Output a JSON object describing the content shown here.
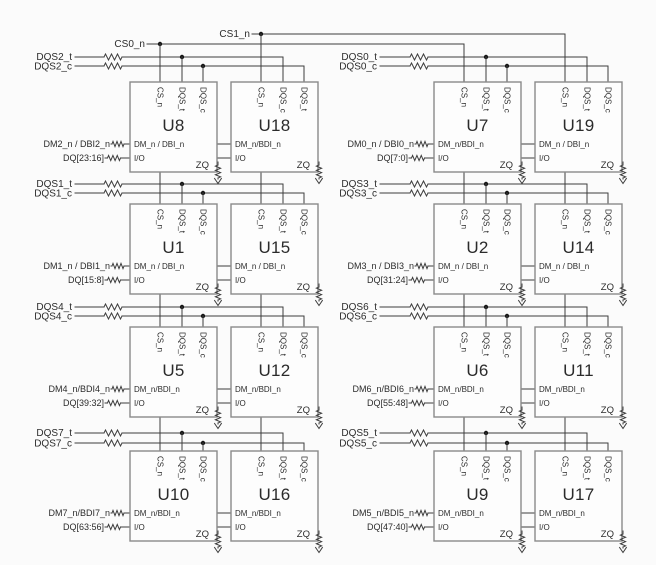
{
  "diagram": {
    "cs_nets": [
      "CS0_n",
      "CS1_n"
    ],
    "colors": {
      "wire": "#3d3d3d",
      "box_stroke": "#8a8a8a",
      "text": "#2b2b2b",
      "background": "#fbfbfb",
      "junction": "#161616"
    },
    "groups": [
      {
        "dqs_t": "DQS2_t",
        "dqs_c": "DQS2_c",
        "dm": "DM2_n / DBI2_n",
        "dq": "DQ[23:16]",
        "chips": [
          {
            "name": "U8",
            "pins": [
              "CS_n",
              "DQS_t",
              "DQS_c"
            ],
            "dm": "DM_n / DBI_n",
            "io": "I/O",
            "zq": "ZQ"
          },
          {
            "name": "U18",
            "pins": [
              "CS_n",
              "DQS_c",
              "DQS_t"
            ],
            "dm": "DM_n/BDI_n",
            "io": "I/O",
            "zq": "ZQ"
          }
        ]
      },
      {
        "dqs_t": "DQS0_t",
        "dqs_c": "DQS0_c",
        "dm": "DM0_n / DBI0_n",
        "dq": "DQ[7:0]",
        "chips": [
          {
            "name": "U7",
            "pins": [
              "CS_n",
              "DQS_t",
              "DQS_c"
            ],
            "dm": "DM_n/BDI_n",
            "io": "I/O",
            "zq": "ZQ"
          },
          {
            "name": "U19",
            "pins": [
              "CS_n",
              "DQS_t",
              "DQS_c"
            ],
            "dm": "DM_n / DBI_n",
            "io": "I/O",
            "zq": "ZQ"
          }
        ]
      },
      {
        "dqs_t": "DQS1_t",
        "dqs_c": "DQS1_c",
        "dm": "DM1_n / DBI1_n",
        "dq": "DQ[15:8]",
        "chips": [
          {
            "name": "U1",
            "pins": [
              "CS_n",
              "DQS_t",
              "DQS_c"
            ],
            "dm": "DM_n / DBI_n",
            "io": "I/O",
            "zq": "ZQ"
          },
          {
            "name": "U15",
            "pins": [
              "CS_n",
              "DQS_t",
              "DQS_c"
            ],
            "dm": "DM_n / DBI_n",
            "io": "I/O",
            "zq": "ZQ"
          }
        ]
      },
      {
        "dqs_t": "DQS3_t",
        "dqs_c": "DQS3_c",
        "dm": "DM3_n / DBI3_n",
        "dq": "DQ[31:24]",
        "chips": [
          {
            "name": "U2",
            "pins": [
              "CS_n",
              "DQS_t",
              "DQS_c"
            ],
            "dm": "DM_n / DBI_n",
            "io": "I/O",
            "zq": "ZQ"
          },
          {
            "name": "U14",
            "pins": [
              "CS_n",
              "DQS_t",
              "DQS_c"
            ],
            "dm": "DM_n / DBI_n",
            "io": "I/O",
            "zq": "ZQ"
          }
        ]
      },
      {
        "dqs_t": "DQS4_t",
        "dqs_c": "DQS4_c",
        "dm": "DM4_n/BDI4_n",
        "dq": "DQ[39:32]",
        "chips": [
          {
            "name": "U5",
            "pins": [
              "CS_n",
              "DQS_t",
              "DQS_c"
            ],
            "dm": "DM_n/BDI_n",
            "io": "I/O",
            "zq": "ZQ"
          },
          {
            "name": "U12",
            "pins": [
              "CS_n",
              "DQS_t",
              "DQS_c"
            ],
            "dm": "DM_n/BDI_n",
            "io": "I/O",
            "zq": "ZQ"
          }
        ]
      },
      {
        "dqs_t": "DQS6_t",
        "dqs_c": "DQS6_c",
        "dm": "DM6_n/BDI6_n",
        "dq": "DQ[55:48]",
        "chips": [
          {
            "name": "U6",
            "pins": [
              "CS_n",
              "DQS_t",
              "DQS_c"
            ],
            "dm": "DM_n/BDI_n",
            "io": "I/O",
            "zq": "ZQ"
          },
          {
            "name": "U11",
            "pins": [
              "CS_n",
              "DQS_t",
              "DQS_c"
            ],
            "dm": "DM_n/BDI_n",
            "io": "I/O",
            "zq": "ZQ"
          }
        ]
      },
      {
        "dqs_t": "DQS7_t",
        "dqs_c": "DQS7_c",
        "dm": "DM7_n/BDI7_n",
        "dq": "DQ[63:56]",
        "chips": [
          {
            "name": "U10",
            "pins": [
              "CS_n",
              "DQS_t",
              "DQS_c"
            ],
            "dm": "DM_n/BDI_n",
            "io": "I/O",
            "zq": "ZQ"
          },
          {
            "name": "U16",
            "pins": [
              "CS_n",
              "DQS_t",
              "DQS_c"
            ],
            "dm": "DM_n/BDI_n",
            "io": "I/O",
            "zq": "ZQ"
          }
        ]
      },
      {
        "dqs_t": "DQS5_t",
        "dqs_c": "DQS5_c",
        "dm": "DM5_n/BDI5_n",
        "dq": "DQ[47:40]",
        "chips": [
          {
            "name": "U9",
            "pins": [
              "CS_n",
              "DQS_t",
              "DQS_c"
            ],
            "dm": "DM_n/BDI_n",
            "io": "I/O",
            "zq": "ZQ"
          },
          {
            "name": "U17",
            "pins": [
              "CS_n",
              "DQS_t",
              "DQS_c"
            ],
            "dm": "DM_n/BDI_n",
            "io": "I/O",
            "zq": "ZQ"
          }
        ]
      }
    ]
  }
}
